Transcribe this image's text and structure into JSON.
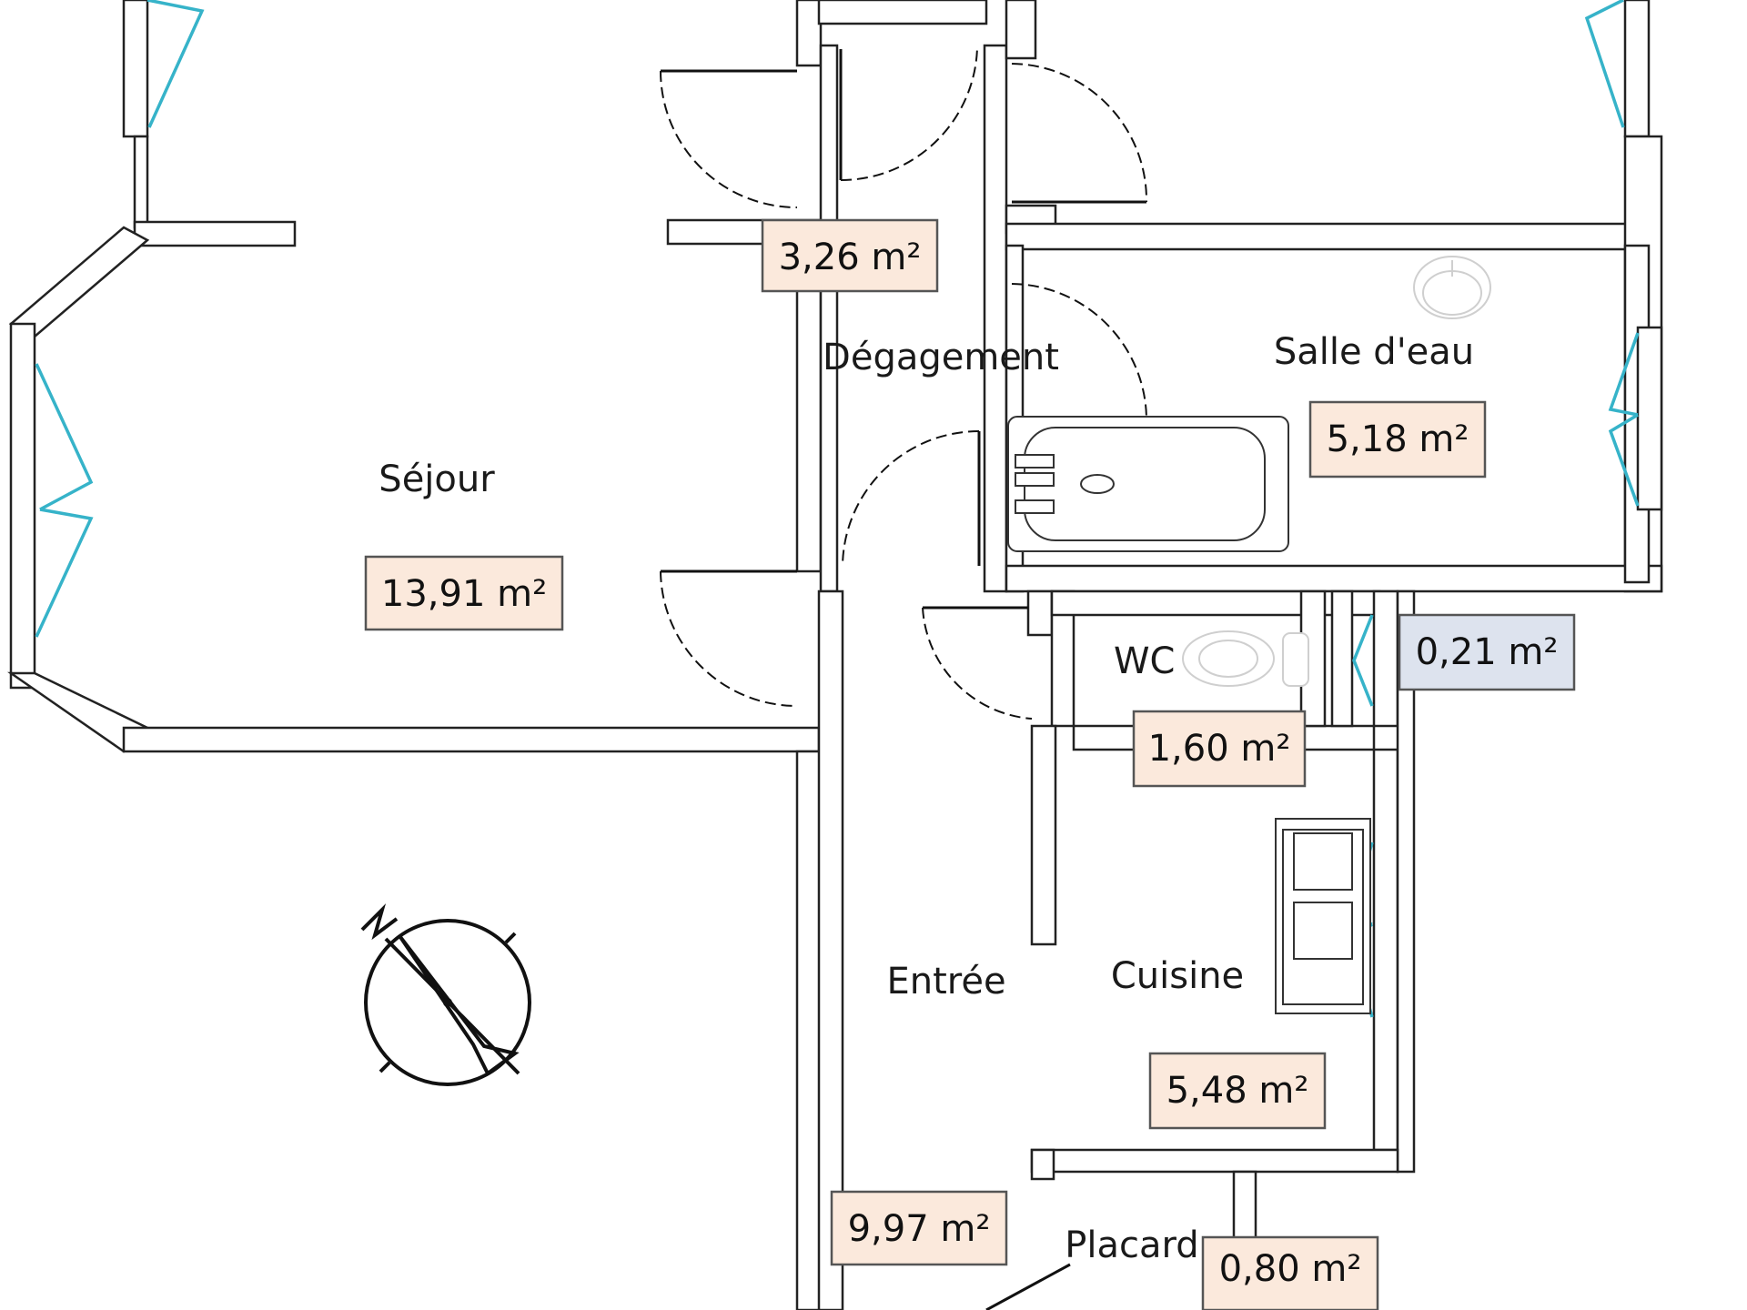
{
  "rooms": {
    "sejour": {
      "name": "Séjour",
      "area": "13,91 m²"
    },
    "degagement": {
      "name": "Dégagement",
      "area": "3,26 m²"
    },
    "salle_eau": {
      "name": "Salle d'eau",
      "area": "5,18 m²"
    },
    "wc": {
      "name": "WC",
      "area": "1,60 m²"
    },
    "placard_small": {
      "area": "0,21 m²"
    },
    "entree": {
      "name": "Entrée",
      "area": "9,97 m²"
    },
    "cuisine": {
      "name": "Cuisine",
      "area": "5,48 m²"
    },
    "placard": {
      "name": "Placard",
      "area": "0,80 m²"
    }
  },
  "colors": {
    "area_fill": "#fbe9dc",
    "area_fill_alt": "#dde3ee",
    "window": "#36b3c9",
    "wall": "#222222"
  },
  "icons": [
    "compass-icon",
    "bathtub-icon",
    "washbasin-icon",
    "toilet-icon",
    "kitchen-sink-icon"
  ]
}
